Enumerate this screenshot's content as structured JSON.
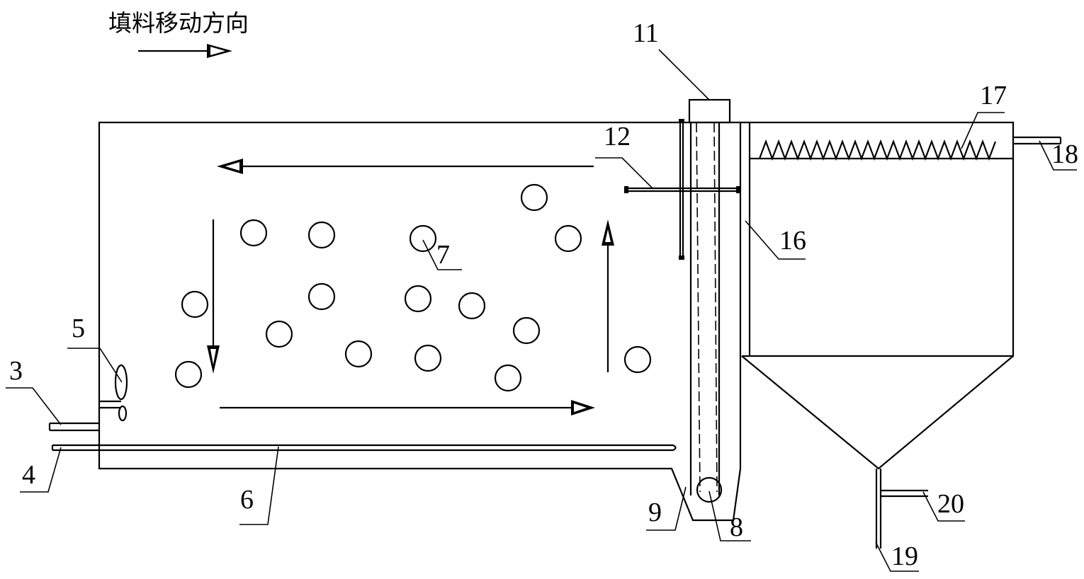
{
  "direction_label": "填料移动方向",
  "parts": {
    "p3": "3",
    "p4": "4",
    "p5": "5",
    "p6": "6",
    "p7": "7",
    "p8": "8",
    "p9": "9",
    "p11": "11",
    "p12": "12",
    "p16": "16",
    "p17": "17",
    "p18": "18",
    "p19": "19",
    "p20": "20"
  }
}
